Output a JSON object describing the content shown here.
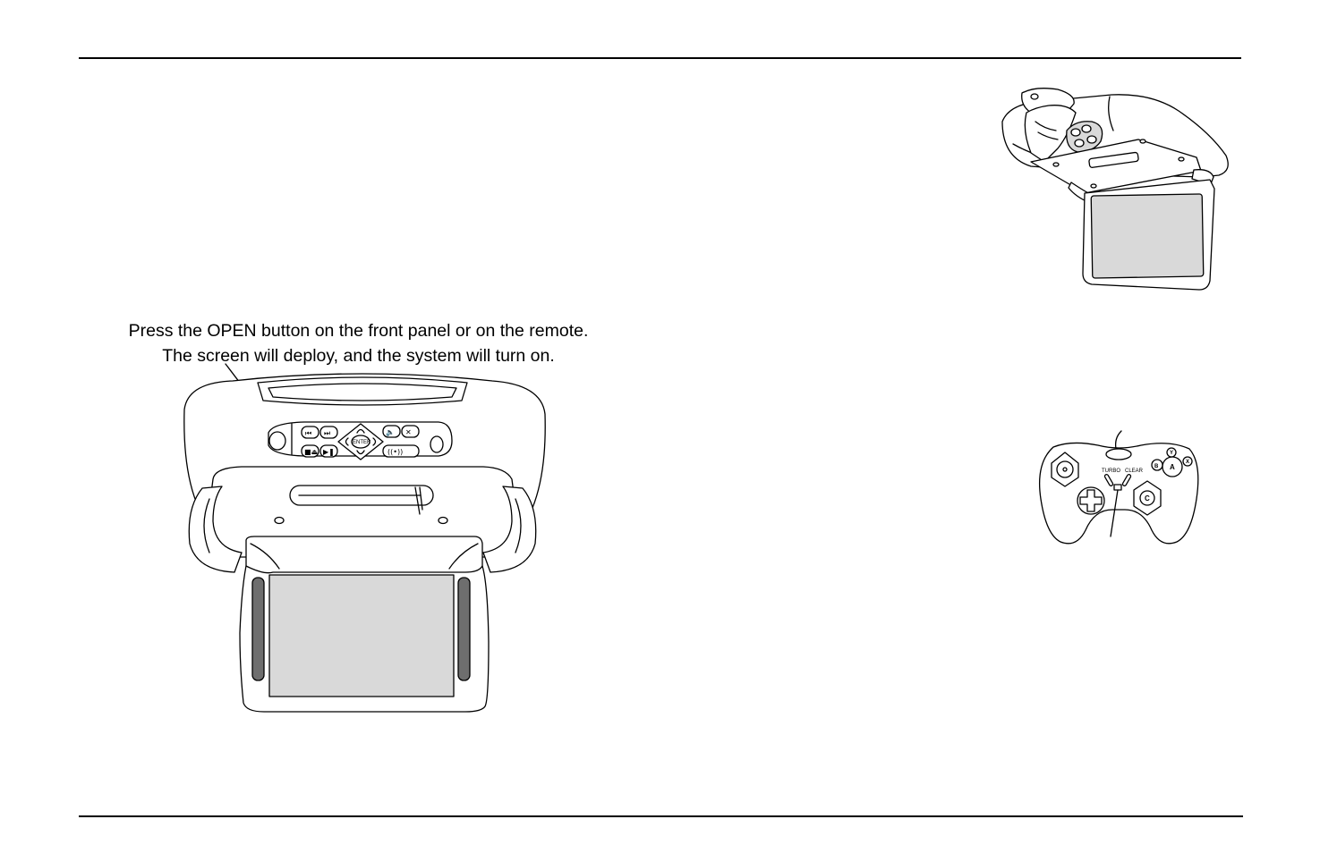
{
  "caption": {
    "line1": "Press the OPEN button on the front panel or on the remote.",
    "line2": "The screen will deploy, and the system will turn on."
  },
  "front_panel": {
    "enter_label": "ENTER"
  },
  "game_controller": {
    "button_a": "A",
    "button_b": "B",
    "button_c": "C",
    "button_y": "Y",
    "button_x": "X"
  },
  "colors": {
    "line": "#000000",
    "screen_fill": "#d9d9d9",
    "side_bar": "#6e6e6e"
  }
}
